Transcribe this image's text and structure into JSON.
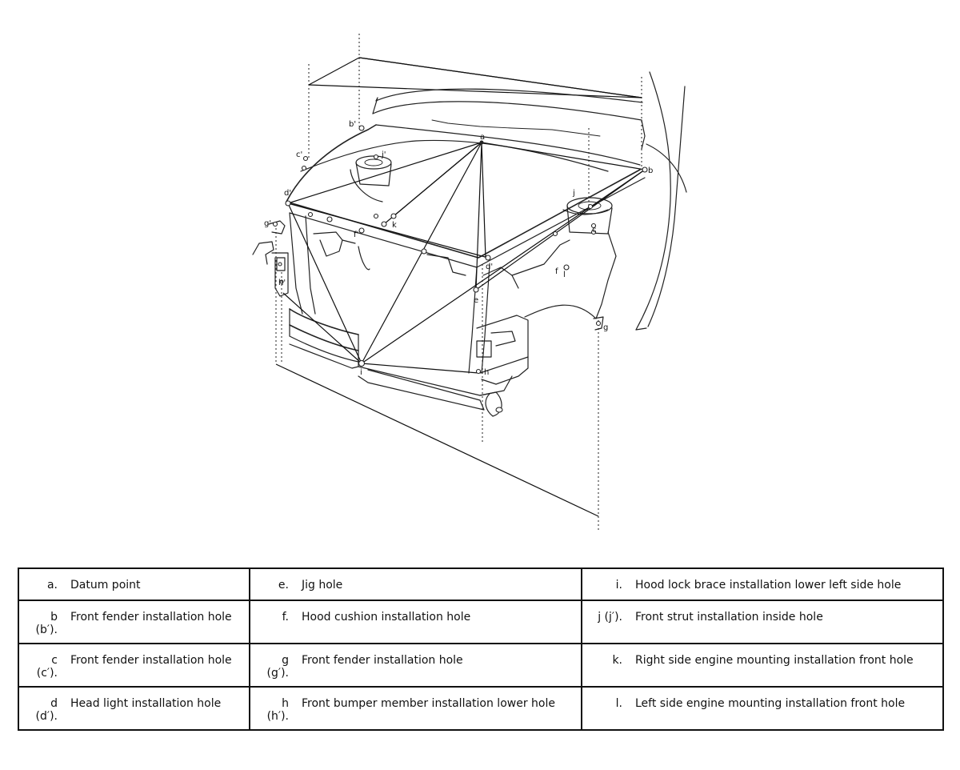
{
  "diagram": {
    "point_labels": {
      "a": "a",
      "b": "b",
      "b_prime": "b'",
      "c": "c",
      "c_prime": "c'",
      "d": "d'",
      "d_right": "d'",
      "e": "e",
      "f": "f",
      "f_prime": "f'",
      "g": "g",
      "g_prime": "g'",
      "h": "h",
      "h_prime": "h'",
      "i": "i",
      "j": "j",
      "j_prime": "j'",
      "k": "k",
      "l": "l"
    }
  },
  "legend": {
    "rows": [
      [
        {
          "key": "a.",
          "text": "Datum point"
        },
        {
          "key": "e.",
          "text": "Jig hole"
        },
        {
          "key": "i.",
          "text": "Hood lock brace installation lower left side hole"
        }
      ],
      [
        {
          "key": "b\n(b′).",
          "text": "Front fender installation hole"
        },
        {
          "key": "f.",
          "text": "Hood cushion installation hole"
        },
        {
          "key": "j (j′).",
          "text": "Front strut installation inside hole"
        }
      ],
      [
        {
          "key": "c\n(c′).",
          "text": "Front fender installation hole"
        },
        {
          "key": "g\n(g′).",
          "text": "Front fender installation hole"
        },
        {
          "key": "k.",
          "text": "Right side engine mounting installation front hole"
        }
      ],
      [
        {
          "key": "d\n(d′).",
          "text": "Head light installation hole"
        },
        {
          "key": "h\n(h′).",
          "text": "Front bumper member installation lower hole"
        },
        {
          "key": "l.",
          "text": "Left side engine mounting installation front hole"
        }
      ]
    ]
  }
}
